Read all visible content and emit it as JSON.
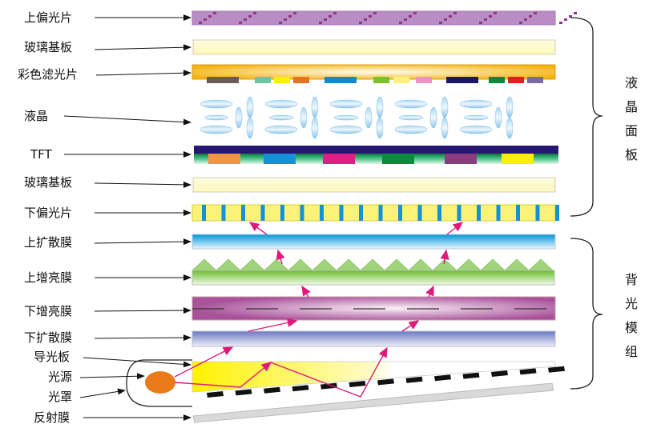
{
  "labels": {
    "upper_polarizer": "上偏光片",
    "glass_substrate_top": "玻璃基板",
    "color_filter": "彩色滤光片",
    "liquid_crystal": "液晶",
    "tft": "TFT",
    "glass_substrate_bottom": "玻璃基板",
    "lower_polarizer": "下偏光片",
    "upper_diffuser": "上扩散膜",
    "upper_brightness_film": "上增亮膜",
    "lower_brightness_film": "下增亮膜",
    "lower_diffuser": "下扩散膜",
    "light_guide_plate": "导光板",
    "light_source": "光源",
    "lamp_cover": "光罩",
    "reflector_film": "反射膜"
  },
  "groups": {
    "lcd_panel": [
      "液",
      "晶",
      "面",
      "板"
    ],
    "backlight_module": [
      "背",
      "光",
      "模",
      "组"
    ]
  },
  "colors": {
    "polarizer": "#b98cc4",
    "glass": "#fefbd4",
    "color_filter": "#f5b718",
    "tft_bar": "#251672",
    "arrow": "#e0197d",
    "light_source": "#e87a1c"
  },
  "color_filter_blocks": [
    "#6b5a55",
    "#6ec3a0",
    "#f7f008",
    "#e8731c",
    "#0d8ad6",
    "#7cc227",
    "#fbf27a",
    "#ee94c0",
    "#1c1669",
    "#0a8c3c",
    "#dd2220",
    "#7c6aa8"
  ],
  "tft_blocks": [
    "#f29443",
    "#1591d8",
    "#e01e81",
    "#0a8c3c",
    "#8b3c7e",
    "#fbef05"
  ]
}
